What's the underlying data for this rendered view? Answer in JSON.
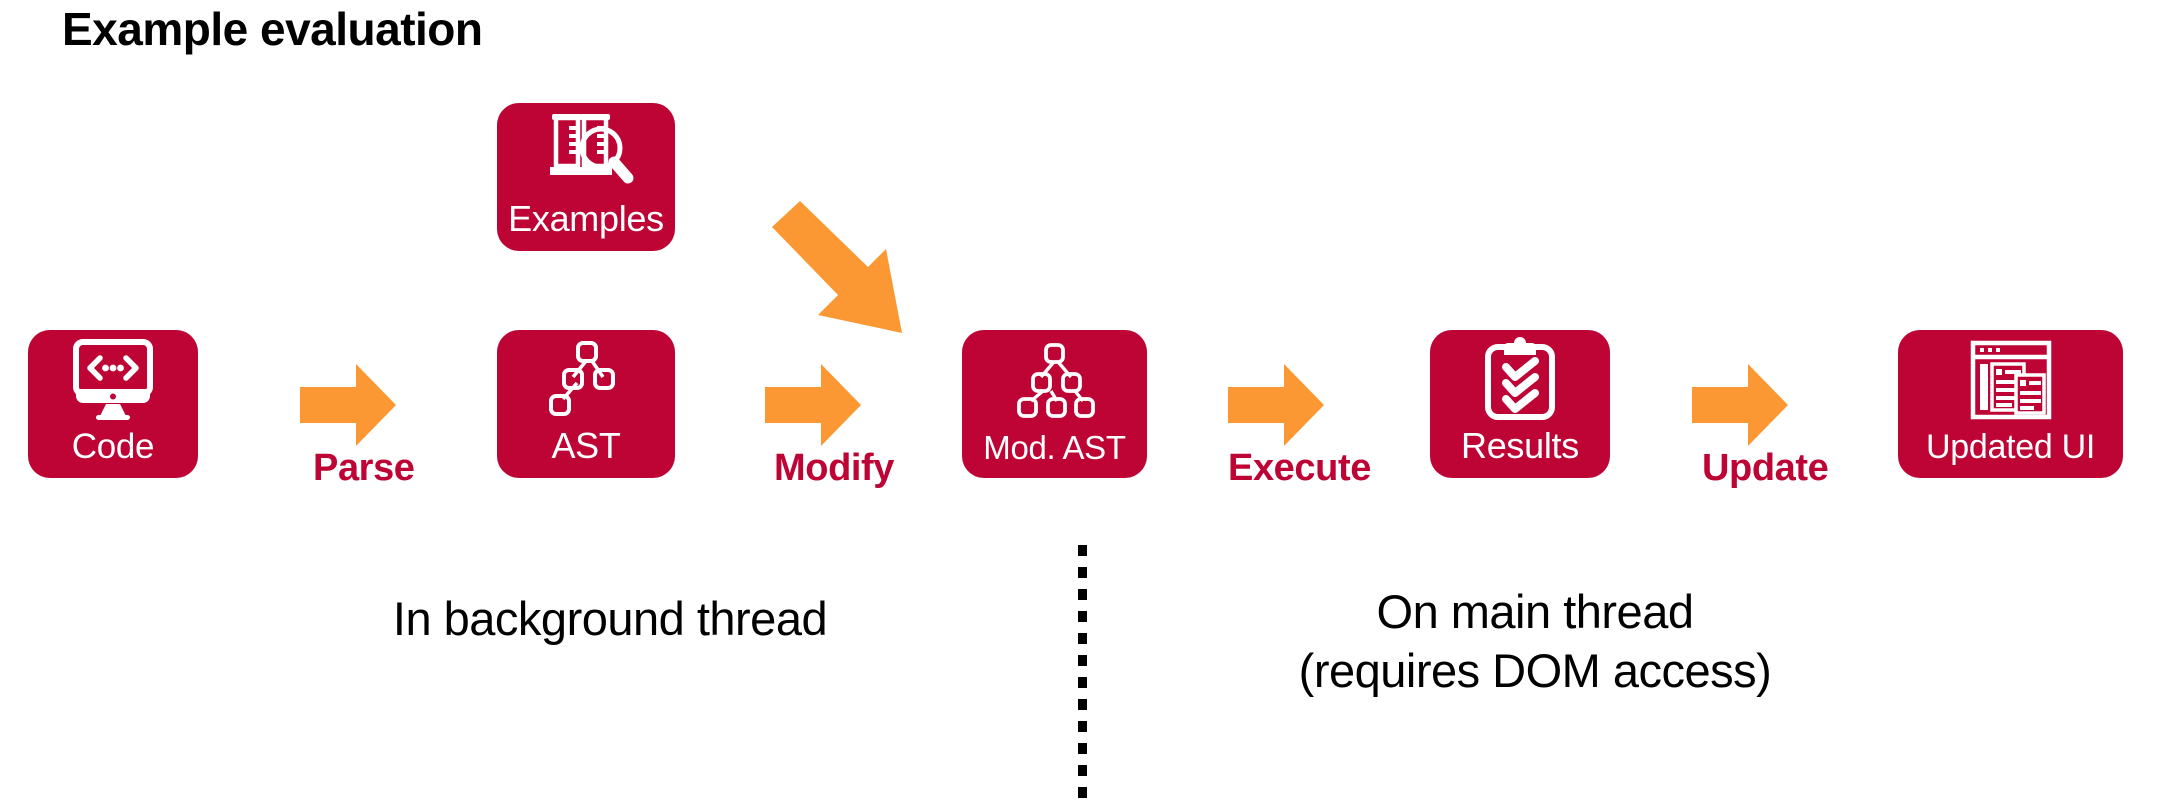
{
  "title": "Example evaluation",
  "theme": {
    "box_color": "#BD0435",
    "arrow_color": "#FB9833",
    "label_color": "#BD0435",
    "text_color": "#000000",
    "background": "#ffffff"
  },
  "pipeline": {
    "nodes": [
      {
        "id": "code",
        "label": "Code",
        "icon": "monitor-code-icon"
      },
      {
        "id": "examples",
        "label": "Examples",
        "icon": "test-tubes-magnifier-icon"
      },
      {
        "id": "ast",
        "label": "AST",
        "icon": "tree-nodes-icon"
      },
      {
        "id": "mod_ast",
        "label": "Mod. AST",
        "icon": "tree-nodes-expanded-icon"
      },
      {
        "id": "results",
        "label": "Results",
        "icon": "clipboard-checklist-icon"
      },
      {
        "id": "updated_ui",
        "label": "Updated UI",
        "icon": "browser-window-icon"
      }
    ],
    "transitions": [
      {
        "id": "parse",
        "label": "Parse",
        "from": "code",
        "to": "ast",
        "icon": "arrow-right-icon"
      },
      {
        "id": "modify",
        "label": "Modify",
        "from": "ast",
        "to": "mod_ast",
        "icon": "arrow-right-icon"
      },
      {
        "id": "execute",
        "label": "Execute",
        "from": "mod_ast",
        "to": "results",
        "icon": "arrow-right-icon"
      },
      {
        "id": "update",
        "label": "Update",
        "from": "results",
        "to": "updated_ui",
        "icon": "arrow-right-icon"
      }
    ],
    "feed_arrow": {
      "from": "examples",
      "to": "mod_ast",
      "icon": "arrow-diagonal-down-right-icon"
    }
  },
  "captions": {
    "background": "In background thread",
    "main": "On main thread\n(requires DOM access)"
  },
  "divider": {
    "style": "dotted-vertical"
  }
}
